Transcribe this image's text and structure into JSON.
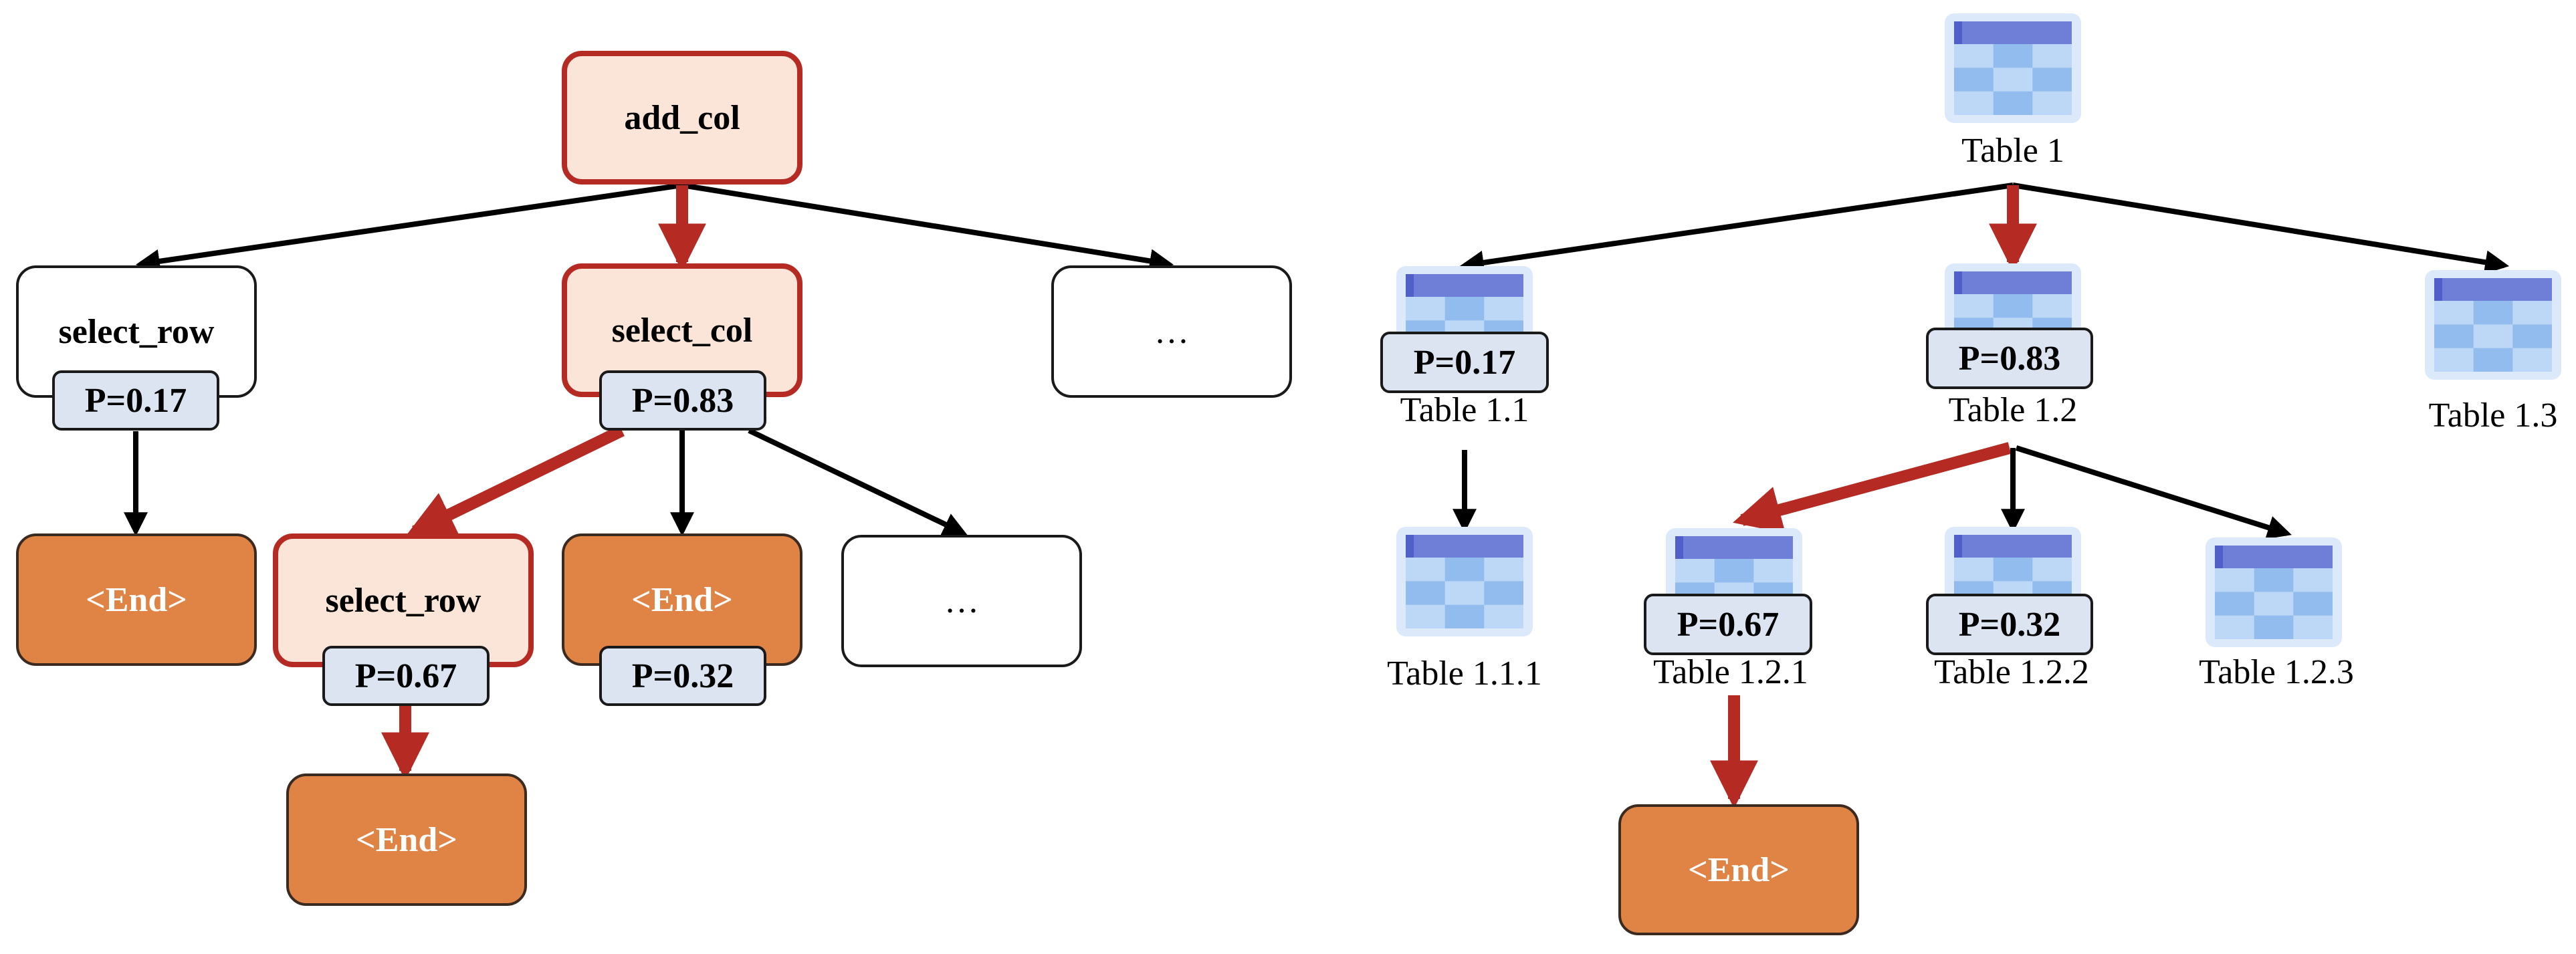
{
  "left_tree": {
    "root": "add_col",
    "select_row_l2": "select_row",
    "select_col_l2": "select_col",
    "dots_l2": "…",
    "end_a": "<End>",
    "select_row_l3": "select_row",
    "end_b": "<End>",
    "dots_l3": "…",
    "end_c": "<End>",
    "p_select_row": "P=0.17",
    "p_select_col": "P=0.83",
    "p_select_row_l3": "P=0.67",
    "p_end_b": "P=0.32"
  },
  "right_tree": {
    "t1": "Table 1",
    "t11": "Table 1.1",
    "t12": "Table 1.2",
    "t13": "Table 1.3",
    "t111": "Table 1.1.1",
    "t121": "Table 1.2.1",
    "t122": "Table 1.2.2",
    "t123": "Table 1.2.3",
    "end": "<End>",
    "p_t11": "P=0.17",
    "p_t12": "P=0.83",
    "p_t121": "P=0.67",
    "p_t122": "P=0.32"
  },
  "colors": {
    "highlight_red": "#b52a22",
    "selected_fill": "#fbe5d9",
    "end_fill": "#e08446",
    "prob_fill": "#dce4f2",
    "table_header": "#6f7fd8",
    "table_light": "#bcd8f6",
    "table_dark": "#93bcee"
  }
}
